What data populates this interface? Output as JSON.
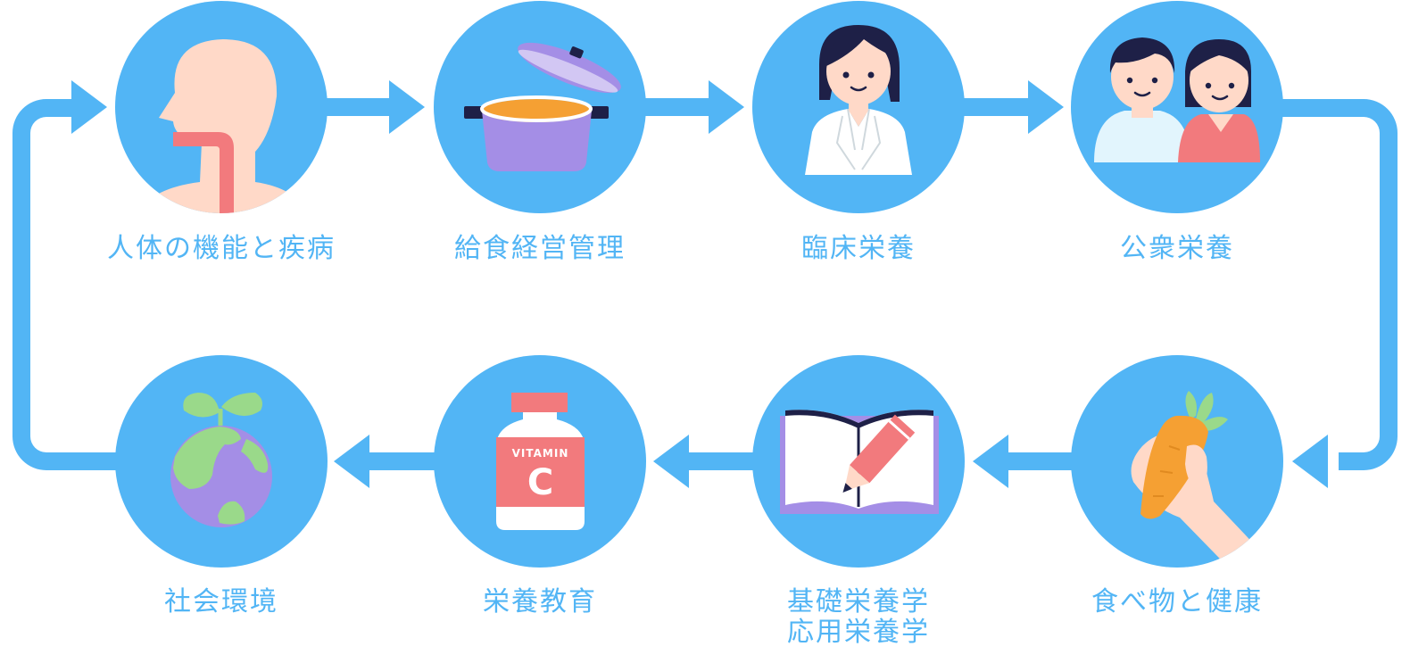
{
  "colors": {
    "circle": "#52b5f5",
    "connector": "#52b5f5",
    "label": "#52b5f5",
    "skin": "#ffd9c8",
    "pink": "#f27a7d",
    "purple": "#a48ee6",
    "orange": "#f5a033",
    "navy": "#1e2047",
    "green": "#9ad98a",
    "paleblue": "#e2f5fd",
    "white": "#ffffff"
  },
  "top_row": [
    {
      "id": "jintai",
      "label": "人体の機能と疾病",
      "icon": "throat-anatomy-icon"
    },
    {
      "id": "kyushoku",
      "label": "給食経営管理",
      "icon": "cooking-pot-icon"
    },
    {
      "id": "rinsho",
      "label": "臨床栄養",
      "icon": "doctor-icon"
    },
    {
      "id": "koshu",
      "label": "公衆栄養",
      "icon": "two-people-icon"
    }
  ],
  "bottom_row": [
    {
      "id": "shakai",
      "label": "社会環境",
      "icon": "earth-sprout-icon"
    },
    {
      "id": "kyoiku",
      "label": "栄養教育",
      "icon": "vitamin-bottle-icon"
    },
    {
      "id": "kiso",
      "label": "基礎栄養学",
      "label2": "応用栄養学",
      "icon": "notebook-pencil-icon"
    },
    {
      "id": "tabemono",
      "label": "食べ物と健康",
      "icon": "hand-carrot-icon"
    }
  ],
  "vitamin_text": "VITAMIN",
  "vitamin_letter": "C"
}
